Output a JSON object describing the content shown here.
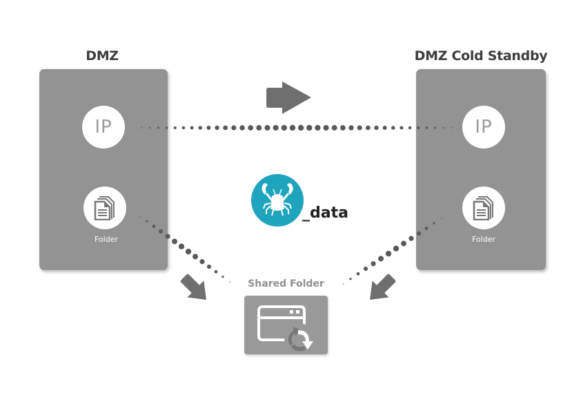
{
  "diagram": {
    "left_node": {
      "title": "DMZ",
      "ip_label": "IP",
      "folder_label": "Folder"
    },
    "right_node": {
      "title": "DMZ Cold Standby",
      "ip_label": "IP",
      "folder_label": "Folder"
    },
    "shared": {
      "label": "Shared Folder"
    },
    "brand": {
      "text": "_data",
      "logo_color": "#1ea4bd"
    },
    "colors": {
      "panel": "#939393",
      "arrow": "#6f6f6f",
      "dots": "#5a5a5a",
      "title_text": "#3d3d3d"
    },
    "connections": [
      {
        "from": "left-ip",
        "to": "right-ip",
        "style": "dotted"
      },
      {
        "from": "left-folder",
        "to": "shared-folder",
        "style": "dotted"
      },
      {
        "from": "right-folder",
        "to": "shared-folder",
        "style": "dotted"
      }
    ]
  }
}
